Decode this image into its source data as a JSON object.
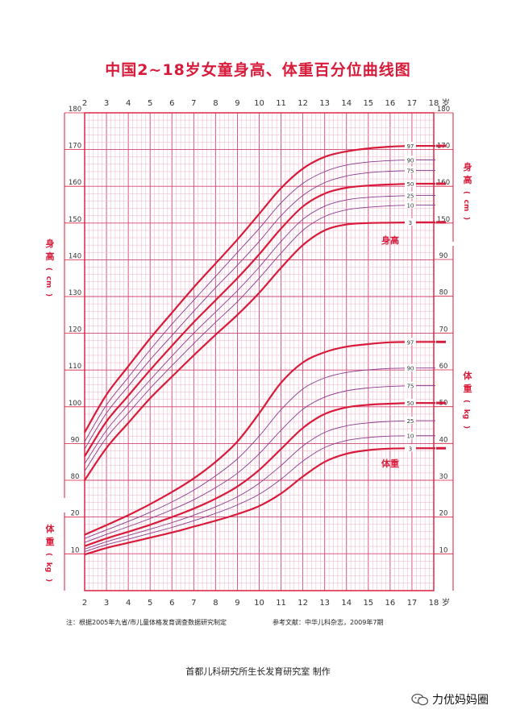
{
  "title": "中国2~18岁女童身高、体重百分位曲线图",
  "note_left": "注：根据2005年九省/市儿童体格发育调查数据研究制定",
  "note_right": "参考文献：中华儿科杂志，2009年7期",
  "credit": "首都儿科研究所生长发育研究室  制作",
  "watermark": "力优妈妈圈",
  "colors": {
    "accent": "#d81b3a",
    "grid_minor": "#f0b3c6",
    "grid_major": "#d2456f",
    "thin_curve": "#8a3a8f"
  },
  "chart_data": {
    "type": "line",
    "x_unit": "岁",
    "x_ticks": [
      2,
      3,
      4,
      5,
      6,
      7,
      8,
      9,
      10,
      11,
      12,
      13,
      14,
      15,
      16,
      17,
      18
    ],
    "x_tick_labels": [
      "2",
      "3",
      "4",
      "5",
      "6",
      "7",
      "8",
      "9",
      "10",
      "11",
      "12",
      "13",
      "14",
      "15",
      "16",
      "17",
      "18"
    ],
    "xlim": [
      2,
      18
    ],
    "height": {
      "label_chars": [
        "身",
        "高",
        "(",
        "cm",
        ")"
      ],
      "curve_label": "身高",
      "left_ticks": [
        80,
        90,
        100,
        110,
        120,
        130,
        140,
        150,
        160,
        170,
        180
      ],
      "right_ticks": [
        150,
        160,
        170,
        180
      ],
      "ylim": [
        80,
        180
      ],
      "series": [
        {
          "name": "97",
          "x": [
            2,
            3,
            4,
            5,
            6,
            7,
            8,
            9,
            10,
            11,
            12,
            13,
            14,
            15,
            16,
            17
          ],
          "values": [
            93,
            103.3,
            111,
            118.6,
            125.6,
            132.5,
            139,
            145.5,
            152.5,
            159.5,
            164.8,
            168,
            169.5,
            170.3,
            170.8,
            171
          ]
        },
        {
          "name": "90",
          "x": [
            2,
            3,
            4,
            5,
            6,
            7,
            8,
            9,
            10,
            11,
            12,
            13,
            14,
            15,
            16,
            17
          ],
          "values": [
            90.5,
            100.5,
            108,
            115.5,
            122.5,
            129,
            135.5,
            142,
            148.5,
            155.5,
            160.8,
            164,
            165.8,
            166.6,
            167,
            167.2
          ]
        },
        {
          "name": "75",
          "x": [
            2,
            3,
            4,
            5,
            6,
            7,
            8,
            9,
            10,
            11,
            12,
            13,
            14,
            15,
            16,
            17
          ],
          "values": [
            88.5,
            98.3,
            105.6,
            112.8,
            119.4,
            126,
            132.4,
            138.5,
            145,
            152,
            157.5,
            161,
            162.8,
            163.7,
            164.1,
            164.3
          ]
        },
        {
          "name": "50",
          "x": [
            2,
            3,
            4,
            5,
            6,
            7,
            8,
            9,
            10,
            11,
            12,
            13,
            14,
            15,
            16,
            17
          ],
          "values": [
            86.5,
            96,
            103,
            110,
            116.6,
            123,
            129,
            135,
            141.5,
            148.5,
            154.5,
            158,
            159.6,
            160.2,
            160.5,
            160.7
          ]
        },
        {
          "name": "25",
          "x": [
            2,
            3,
            4,
            5,
            6,
            7,
            8,
            9,
            10,
            11,
            12,
            13,
            14,
            15,
            16,
            17
          ],
          "values": [
            84.5,
            93.6,
            100.6,
            107.3,
            113.8,
            120,
            125.8,
            131.6,
            138,
            145,
            151,
            154.6,
            156.3,
            157,
            157.3,
            157.5
          ]
        },
        {
          "name": "10",
          "x": [
            2,
            3,
            4,
            5,
            6,
            7,
            8,
            9,
            10,
            11,
            12,
            13,
            14,
            15,
            16,
            17
          ],
          "values": [
            82.5,
            91.6,
            98.3,
            105,
            111.2,
            117.2,
            123,
            128.6,
            135,
            141.8,
            148,
            151.8,
            153.6,
            154.3,
            154.7,
            154.9
          ]
        },
        {
          "name": "3",
          "x": [
            2,
            3,
            4,
            5,
            6,
            7,
            8,
            9,
            10,
            11,
            12,
            13,
            14,
            15,
            16,
            17
          ],
          "values": [
            80,
            88.8,
            95.6,
            102.3,
            108.2,
            114,
            119.6,
            125,
            131,
            137.8,
            144,
            148,
            149.6,
            150,
            150.1,
            150.2
          ]
        }
      ]
    },
    "weight": {
      "label_chars": [
        "体",
        "重",
        "(",
        "kg",
        ")"
      ],
      "curve_label": "体重",
      "left_ticks": [
        10,
        20
      ],
      "right_ticks": [
        10,
        20,
        30,
        40,
        50,
        60,
        70,
        80,
        90
      ],
      "ylim": [
        10,
        90
      ],
      "series": [
        {
          "name": "97",
          "x": [
            2,
            3,
            4,
            5,
            6,
            7,
            8,
            9,
            10,
            11,
            12,
            13,
            14,
            15,
            16,
            17
          ],
          "values": [
            15.2,
            17.8,
            20.5,
            23.5,
            26.8,
            30.5,
            35,
            40.5,
            48.2,
            56.5,
            62,
            64.8,
            66.3,
            67,
            67.5,
            67.6
          ]
        },
        {
          "name": "90",
          "x": [
            2,
            3,
            4,
            5,
            6,
            7,
            8,
            9,
            10,
            11,
            12,
            13,
            14,
            15,
            16,
            17
          ],
          "values": [
            14.2,
            16.5,
            18.8,
            21.3,
            24.1,
            27.3,
            31.2,
            35.8,
            42,
            49.2,
            54.8,
            57.8,
            59.3,
            60,
            60.4,
            60.5
          ]
        },
        {
          "name": "75",
          "x": [
            2,
            3,
            4,
            5,
            6,
            7,
            8,
            9,
            10,
            11,
            12,
            13,
            14,
            15,
            16,
            17
          ],
          "values": [
            13.1,
            15.3,
            17.4,
            19.6,
            22,
            24.7,
            28,
            31.9,
            37.2,
            43.6,
            49.3,
            52.6,
            54.3,
            55.1,
            55.5,
            55.7
          ]
        },
        {
          "name": "50",
          "x": [
            2,
            3,
            4,
            5,
            6,
            7,
            8,
            9,
            10,
            11,
            12,
            13,
            14,
            15,
            16,
            17
          ],
          "values": [
            12.1,
            14.2,
            16,
            17.9,
            20,
            22.3,
            25,
            28.3,
            32.8,
            38.5,
            44.2,
            48,
            49.8,
            50.5,
            50.8,
            51
          ]
        },
        {
          "name": "25",
          "x": [
            2,
            3,
            4,
            5,
            6,
            7,
            8,
            9,
            10,
            11,
            12,
            13,
            14,
            15,
            16,
            17
          ],
          "values": [
            11.3,
            13.3,
            15,
            16.7,
            18.5,
            20.5,
            22.8,
            25.5,
            29.2,
            34,
            39.3,
            43,
            44.8,
            45.6,
            46,
            46.2
          ]
        },
        {
          "name": "10",
          "x": [
            2,
            3,
            4,
            5,
            6,
            7,
            8,
            9,
            10,
            11,
            12,
            13,
            14,
            15,
            16,
            17
          ],
          "values": [
            10.6,
            12.5,
            14,
            15.6,
            17.2,
            19,
            21,
            23.3,
            26.2,
            30.3,
            35.2,
            38.9,
            40.8,
            41.6,
            42,
            42.1
          ]
        },
        {
          "name": "3",
          "x": [
            2,
            3,
            4,
            5,
            6,
            7,
            8,
            9,
            10,
            11,
            12,
            13,
            14,
            15,
            16,
            17
          ],
          "values": [
            9.8,
            11.6,
            13,
            14.4,
            15.8,
            17.4,
            19,
            20.8,
            23,
            26.4,
            31,
            35,
            37.2,
            38.2,
            38.6,
            38.7
          ]
        }
      ]
    }
  }
}
